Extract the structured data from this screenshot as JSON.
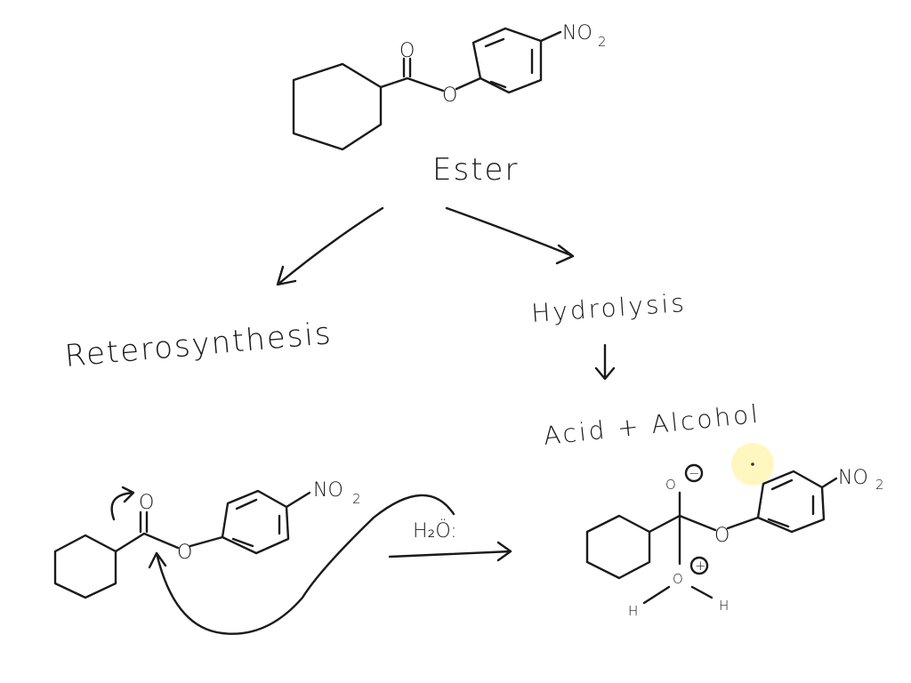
{
  "labels": {
    "ester": "Ester",
    "retrosynthesis": "Reterosynthesis",
    "hydrolysis": "Hydrolysis",
    "products": "Acid + Alcohol",
    "reagent": "H₂Ö:"
  },
  "atoms": {
    "top_nitro": "NO",
    "top_nitro_sub": "2",
    "top_carbonyl_o": "O",
    "top_ester_o": "O",
    "left_nitro": "NO",
    "left_nitro_sub": "2",
    "left_carbonyl_o": "O",
    "left_ester_o": "O",
    "right_nitro": "NO",
    "right_nitro_sub": "2",
    "right_oxyanion": "O",
    "right_minus": "−",
    "right_ester_o": "O",
    "right_water_o": "O",
    "right_plus": "+",
    "right_h_left": "H",
    "right_h_right": "H"
  }
}
